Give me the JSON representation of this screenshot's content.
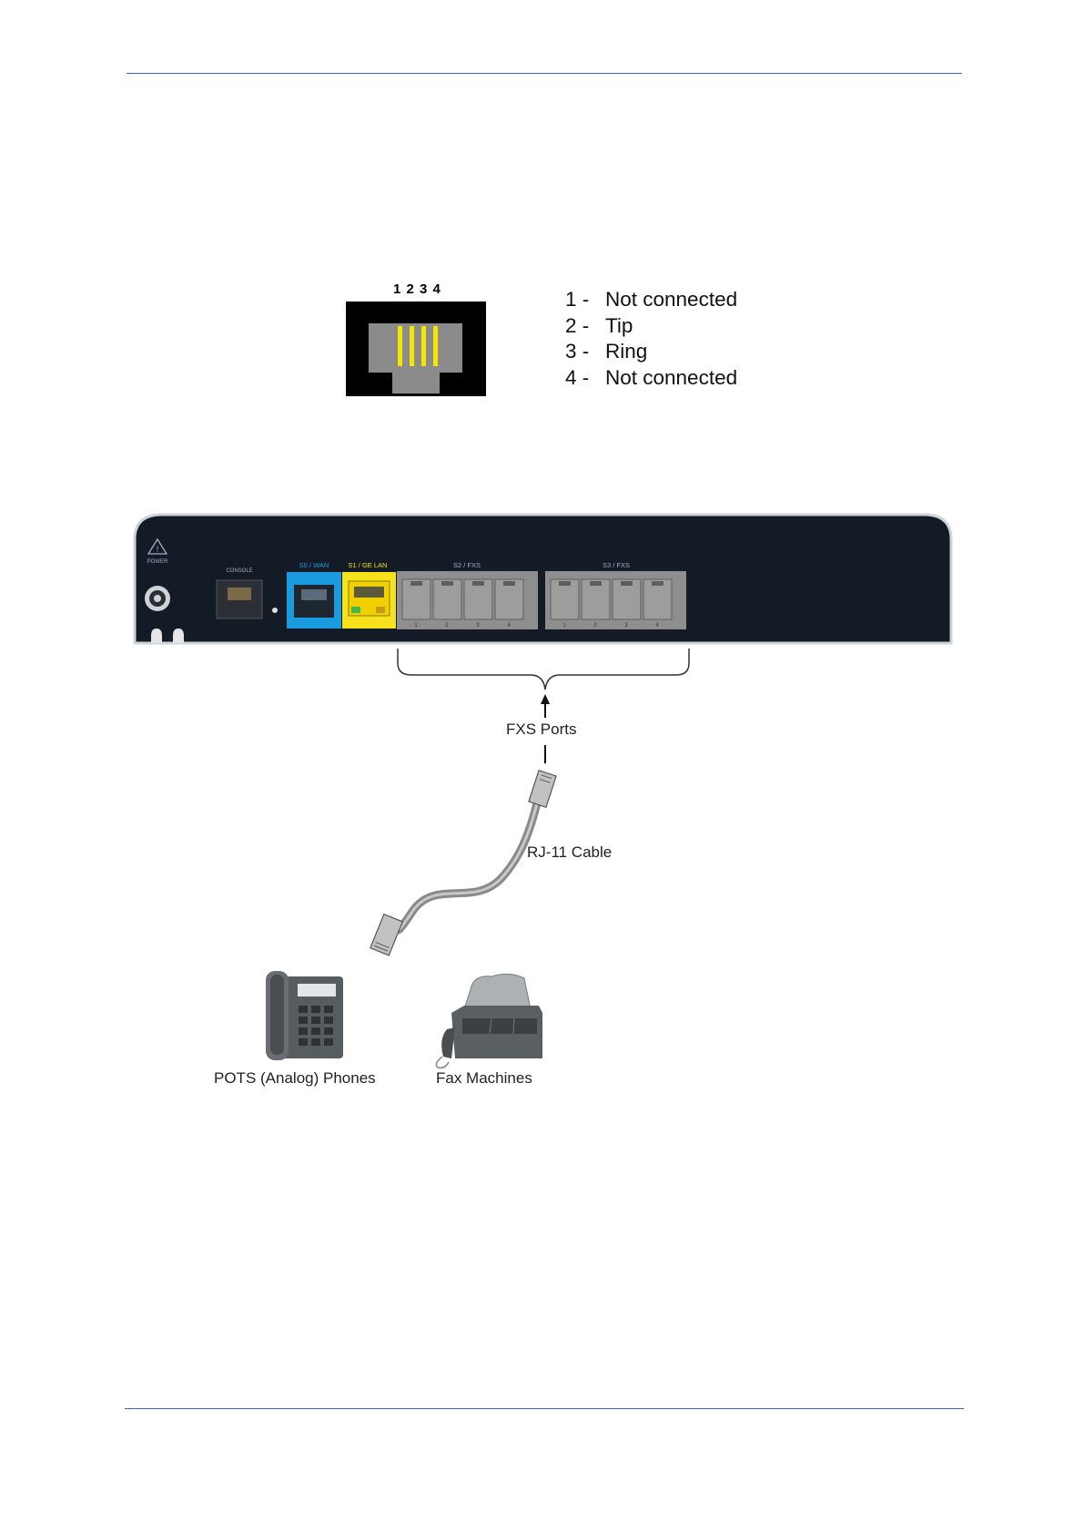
{
  "rj11_pinout": {
    "pin_header": "1 2 3 4",
    "pins": [
      {
        "number": "1 -",
        "label": "Not connected"
      },
      {
        "number": "2 -",
        "label": "Tip"
      },
      {
        "number": "3 -",
        "label": "Ring"
      },
      {
        "number": "4 -",
        "label": "Not connected"
      }
    ],
    "contact_color": "#f4e600"
  },
  "device_panel": {
    "labels": {
      "power": "POWER",
      "console": "CONSOLE",
      "wan": "S0 / WAN",
      "lan": "S1 / GE LAN",
      "fxs_group1": "S2 / FXS",
      "fxs_group2": "S3 / FXS"
    },
    "port_numbers": [
      "1",
      "2",
      "3",
      "4"
    ],
    "colors": {
      "chassis": "#121b26",
      "wan": "#1a9be0",
      "lan": "#f5e21c",
      "fxs": "#8e8e8e"
    }
  },
  "callouts": {
    "fxs_ports": "FXS Ports",
    "cable": "RJ-11 Cable",
    "phones": "POTS (Analog) Phones",
    "fax": "Fax Machines"
  }
}
